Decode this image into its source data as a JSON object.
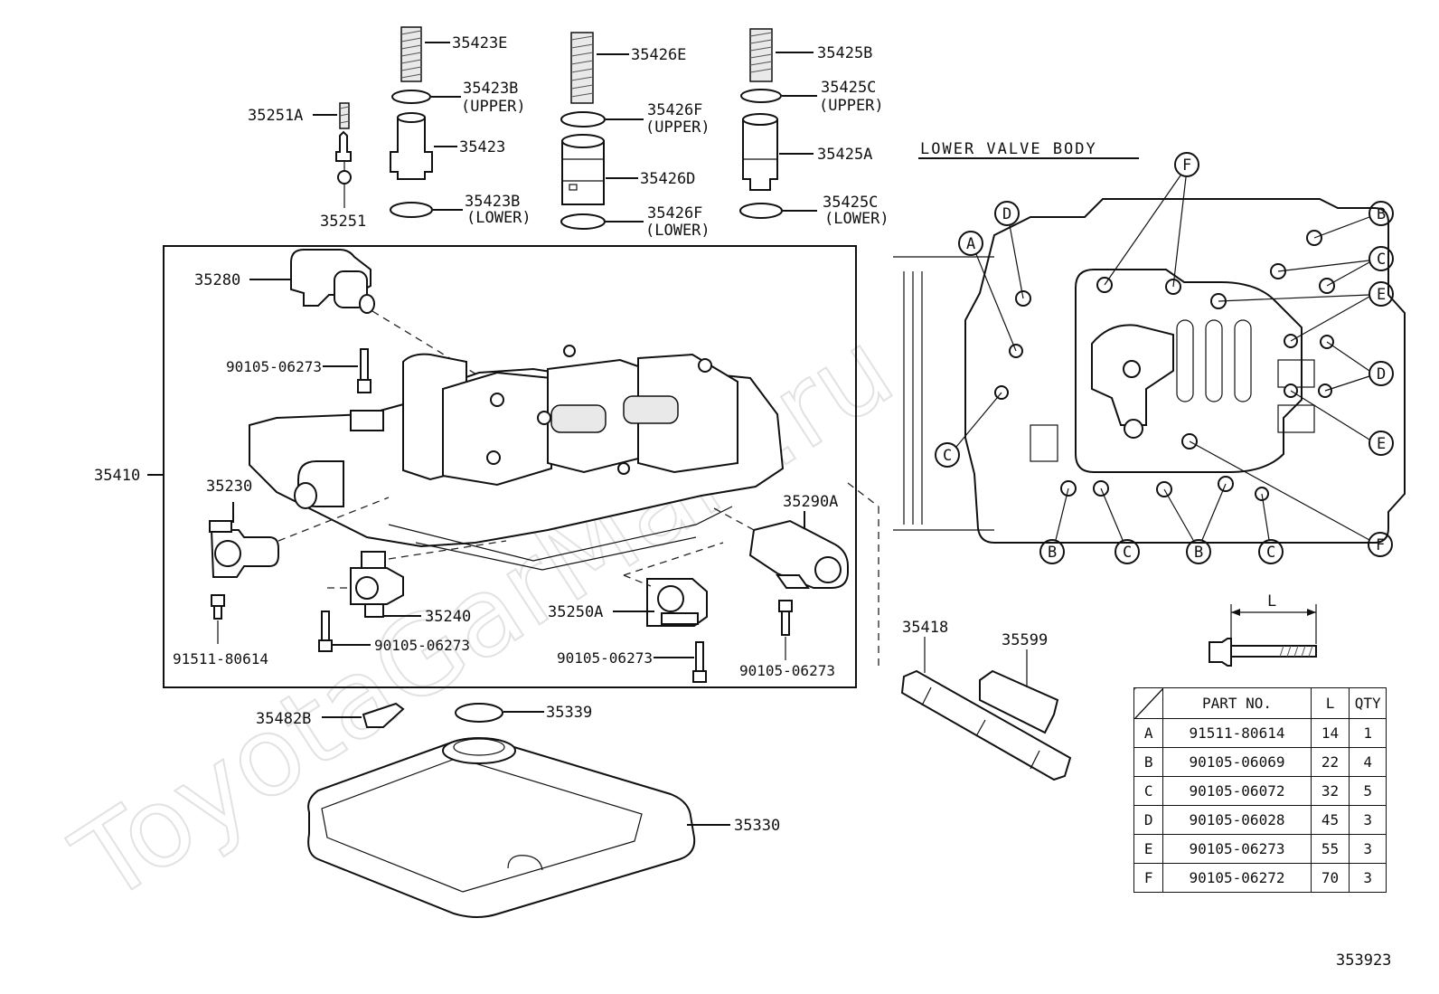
{
  "watermark": "ToyotaGarMart.ru",
  "section_title": "LOWER VALVE BODY",
  "diagram_id": "353923",
  "dimension_label": "L",
  "callouts": {
    "p35423E": "35423E",
    "p35423B_upper": "35423B",
    "p35423B_upper_note": "(UPPER)",
    "p35423": "35423",
    "p35423B_lower": "35423B",
    "p35423B_lower_note": "(LOWER)",
    "p35426E": "35426E",
    "p35426F_upper": "35426F",
    "p35426F_upper_note": "(UPPER)",
    "p35426D": "35426D",
    "p35426F_lower": "35426F",
    "p35426F_lower_note": "(LOWER)",
    "p35425B": "35425B",
    "p35425C_upper": "35425C",
    "p35425C_upper_note": "(UPPER)",
    "p35425A": "35425A",
    "p35425C_lower": "35425C",
    "p35425C_lower_note": "(LOWER)",
    "p35251A": "35251A",
    "p35251": "35251",
    "p35280": "35280",
    "bolt1": "90105-06273",
    "p35410": "35410",
    "p35230": "35230",
    "bolt2": "91511-80614",
    "p35240": "35240",
    "bolt3": "90105-06273",
    "p35250A": "35250A",
    "bolt4": "90105-06273",
    "p35290A": "35290A",
    "bolt5": "90105-06273",
    "p35482B": "35482B",
    "p35339": "35339",
    "p35330": "35330",
    "p35418": "35418",
    "p35599": "35599"
  },
  "bolt_letters": {
    "F1": "F",
    "D1": "D",
    "A1": "A",
    "B1": "B",
    "C1": "C",
    "E1": "E",
    "D2": "D",
    "E2": "E",
    "C2": "C",
    "B2": "B",
    "C3": "C",
    "B3": "B",
    "C4": "C",
    "F2": "F"
  },
  "table": {
    "headers": [
      "",
      "PART NO.",
      "L",
      "QTY"
    ],
    "rows": [
      {
        "key": "A",
        "part": "91511-80614",
        "l": "14",
        "qty": "1"
      },
      {
        "key": "B",
        "part": "90105-06069",
        "l": "22",
        "qty": "4"
      },
      {
        "key": "C",
        "part": "90105-06072",
        "l": "32",
        "qty": "5"
      },
      {
        "key": "D",
        "part": "90105-06028",
        "l": "45",
        "qty": "3"
      },
      {
        "key": "E",
        "part": "90105-06273",
        "l": "55",
        "qty": "3"
      },
      {
        "key": "F",
        "part": "90105-06272",
        "l": "70",
        "qty": "3"
      }
    ]
  }
}
